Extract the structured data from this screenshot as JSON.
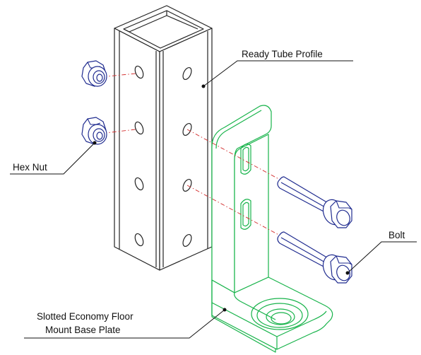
{
  "labels": {
    "tube": "Ready Tube Profile",
    "hex_nut": "Hex Nut",
    "bolt": "Bolt",
    "plate_line1": "Slotted Economy Floor",
    "plate_line2": "Mount Base Plate"
  },
  "colors": {
    "tube": "#222222",
    "plate": "#17b34a",
    "hardware": "#1f2b8f",
    "center_lines": "#d22a2a",
    "leaders": "#111111"
  },
  "parts": [
    "Ready Tube Profile",
    "Hex Nut",
    "Bolt",
    "Slotted Economy Floor Mount Base Plate"
  ]
}
